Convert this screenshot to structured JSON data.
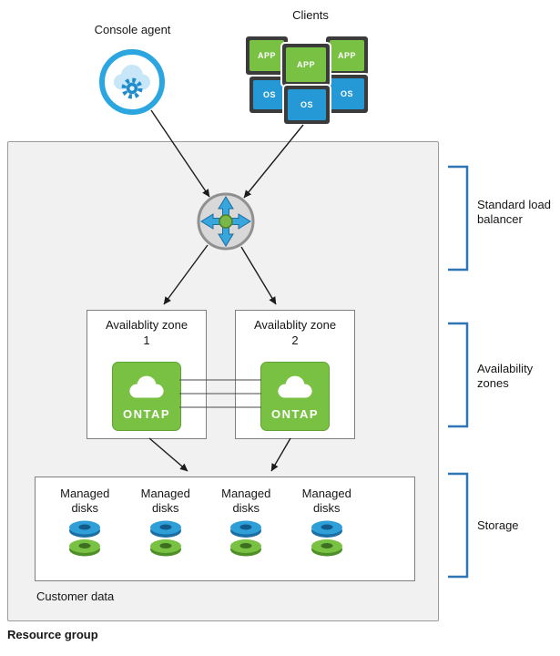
{
  "top": {
    "console_agent_label": "Console agent",
    "clients_label": "Clients"
  },
  "clients": {
    "monitors": [
      {
        "kind": "app",
        "label": "APP"
      },
      {
        "kind": "app",
        "label": "APP"
      },
      {
        "kind": "app",
        "label": "APP"
      },
      {
        "kind": "os",
        "label": "OS"
      },
      {
        "kind": "os",
        "label": "OS"
      },
      {
        "kind": "os",
        "label": "OS"
      }
    ]
  },
  "resource_group": {
    "label": "Resource group",
    "customer_data_label": "Customer data",
    "zones": [
      {
        "title": "Availablity zone 1",
        "logo_label": "ONTAP"
      },
      {
        "title": "Availablity zone 2",
        "logo_label": "ONTAP"
      }
    ],
    "storage": {
      "columns": [
        {
          "label": "Managed disks"
        },
        {
          "label": "Managed disks"
        },
        {
          "label": "Managed disks"
        },
        {
          "label": "Managed disks"
        }
      ]
    }
  },
  "annotations": [
    {
      "label": "Standard load balancer"
    },
    {
      "label": "Availability zones"
    },
    {
      "label": "Storage"
    }
  ],
  "icons": {
    "console_agent": "cloud-with-gear",
    "clients": "monitor-grid",
    "load_balancer": "four-way-arrows-circle",
    "ontap": "cloud-square",
    "managed_disks": "stacked-disks"
  },
  "colors": {
    "app_green": "#79c143",
    "os_blue": "#2599d6",
    "ontap_green": "#79c143",
    "accent_blue": "#2f9fd8",
    "bracket_blue": "#2e75b6",
    "resource_group_fill": "#f1f1f1"
  }
}
